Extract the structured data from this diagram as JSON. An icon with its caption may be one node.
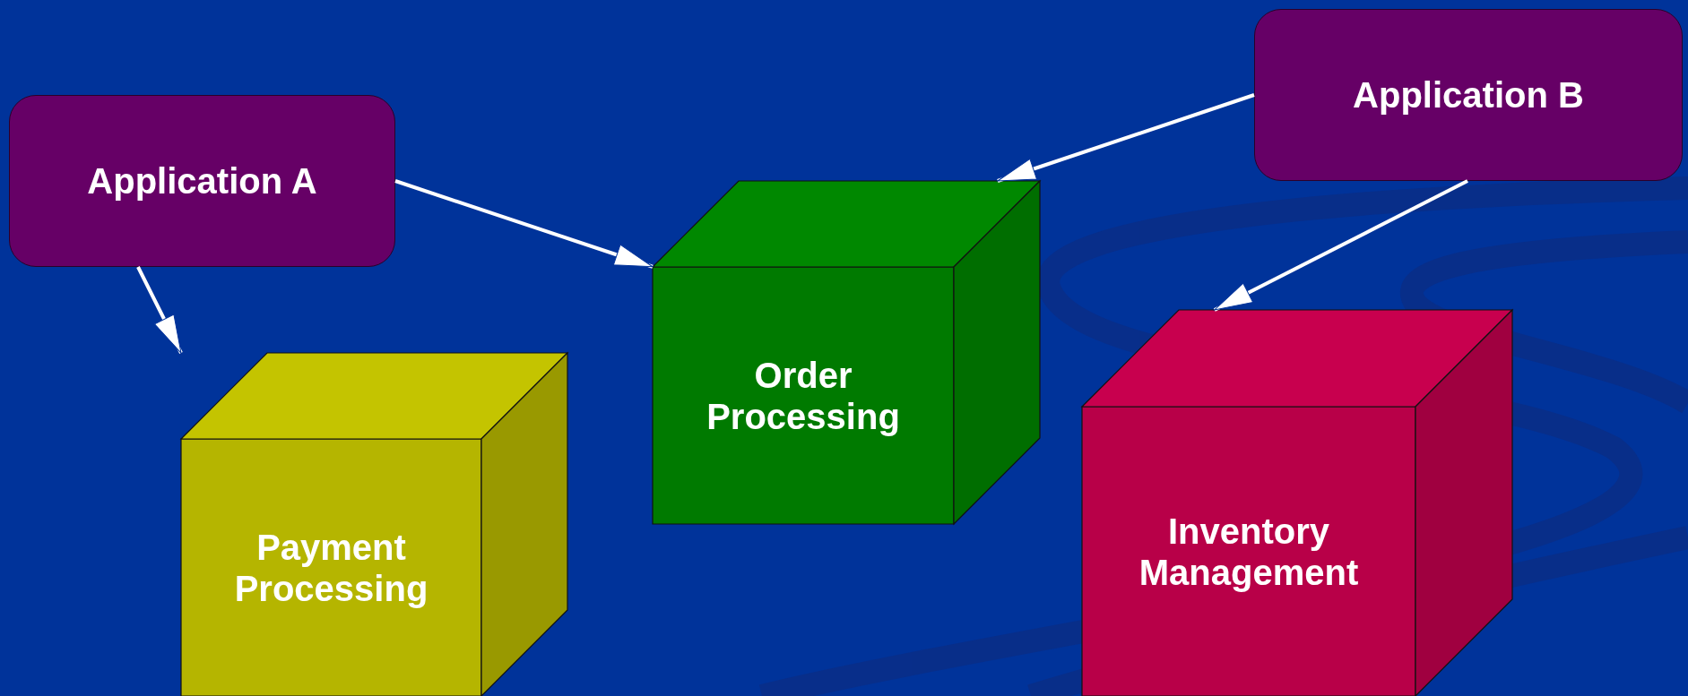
{
  "diagram": {
    "nodes": [
      {
        "text": [
          "Application A"
        ]
      },
      {
        "text": [
          "Application B"
        ]
      },
      {
        "text": [
          "Order Processing"
        ]
      },
      {
        "text": [
          "Payment Processing"
        ]
      },
      {
        "text": [
          "Inventory Management"
        ]
      }
    ],
    "edges": [
      {
        "from": 0,
        "to": 2,
        "arrow": "to"
      },
      {
        "from": 0,
        "to": 3,
        "arrow": "to"
      },
      {
        "from": 1,
        "to": 2,
        "arrow": "to"
      },
      {
        "from": 1,
        "to": 4,
        "arrow": "to"
      }
    ]
  }
}
